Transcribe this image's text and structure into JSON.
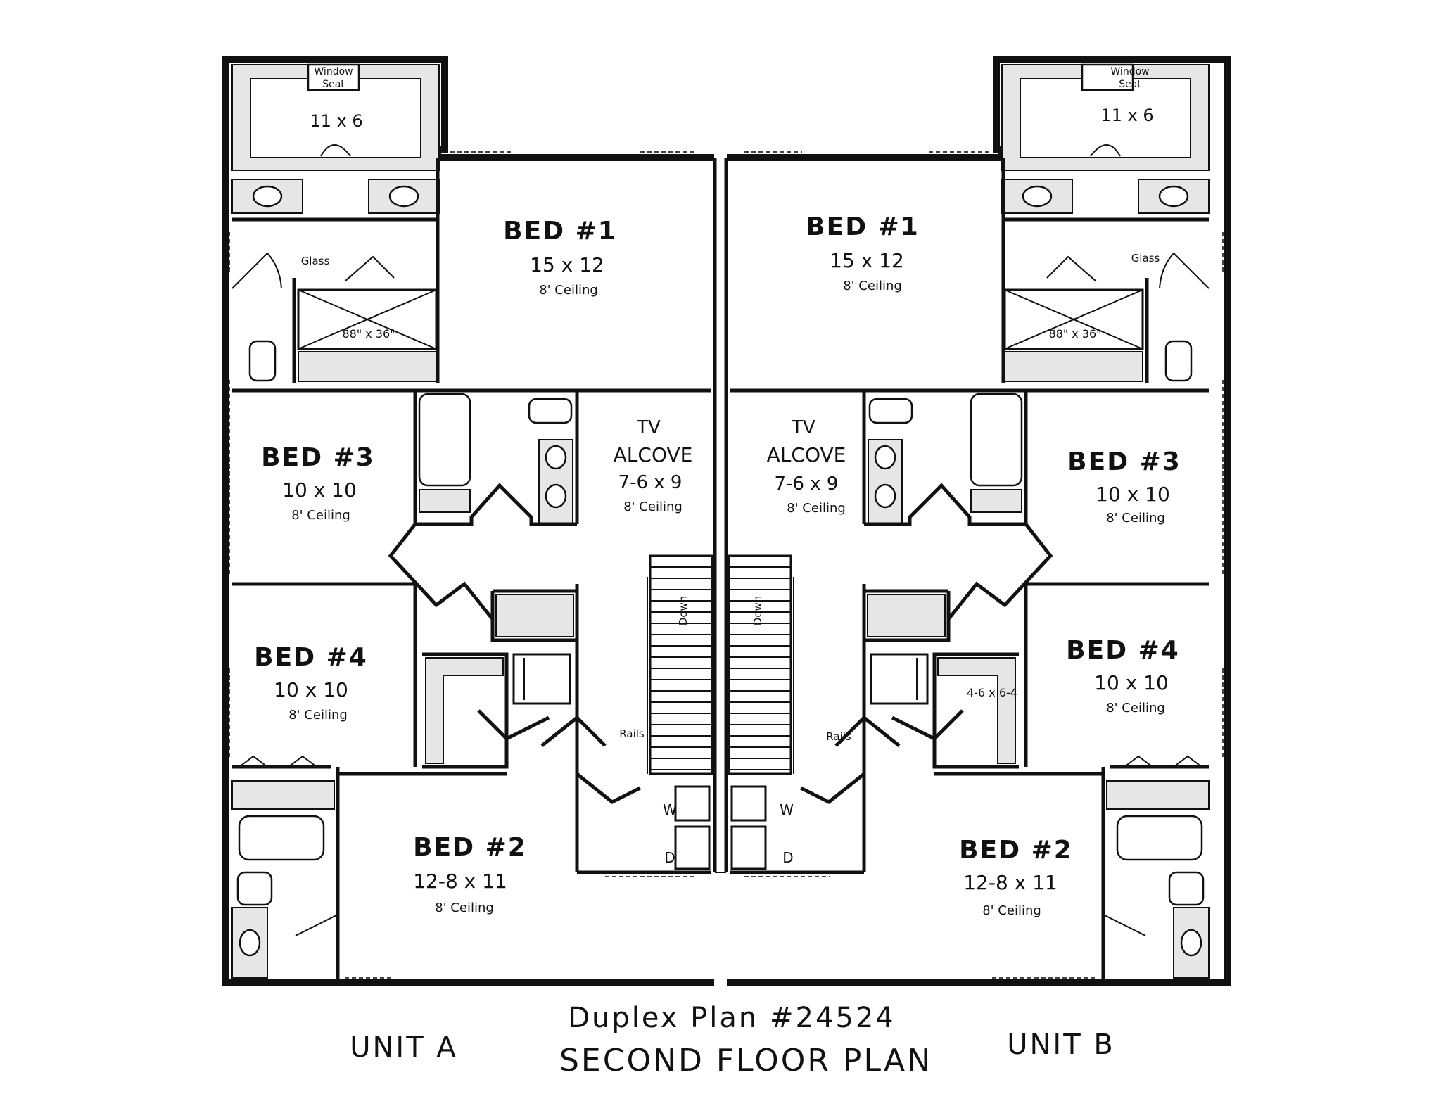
{
  "plan": {
    "title": "Duplex Plan #24524",
    "subtitle": "SECOND FLOOR PLAN",
    "unit_a": "UNIT A",
    "unit_b": "UNIT B"
  },
  "unit_a": {
    "nook": {
      "label": "Window Seat",
      "label_line1": "Window",
      "label_line2": "Seat",
      "size": "11 x 6"
    },
    "bed1": {
      "name": "BED #1",
      "size": "15 x 12",
      "ceiling": "8' Ceiling"
    },
    "bed2": {
      "name": "BED #2",
      "size": "12-8 x 11",
      "ceiling": "8' Ceiling"
    },
    "bed3": {
      "name": "BED #3",
      "size": "10 x 10",
      "ceiling": "8' Ceiling"
    },
    "bed4": {
      "name": "BED #4",
      "size": "10 x 10",
      "ceiling": "8' Ceiling"
    },
    "tv": {
      "name_line1": "TV",
      "name_line2": "ALCOVE",
      "size": "7-6 x 9",
      "ceiling": "8' Ceiling"
    },
    "shower": {
      "glass": "Glass",
      "size": "88\" x 36\""
    },
    "stair": {
      "down": "Down",
      "rails": "Rails"
    },
    "laundry": {
      "w": "W",
      "d": "D"
    }
  },
  "unit_b": {
    "nook": {
      "label": "Window Seat",
      "label_line1": "Window",
      "label_line2": "Seat",
      "size": "11 x 6"
    },
    "bed1": {
      "name": "BED #1",
      "size": "15 x 12",
      "ceiling": "8' Ceiling"
    },
    "bed2": {
      "name": "BED #2",
      "size": "12-8 x 11",
      "ceiling": "8' Ceiling"
    },
    "bed3": {
      "name": "BED #3",
      "size": "10 x 10",
      "ceiling": "8' Ceiling"
    },
    "bed4": {
      "name": "BED #4",
      "size": "10 x 10",
      "ceiling": "8' Ceiling"
    },
    "tv": {
      "name_line1": "TV",
      "name_line2": "ALCOVE",
      "size": "7-6 x 9",
      "ceiling": "8' Ceiling"
    },
    "shower": {
      "glass": "Glass",
      "size": "88\" x 36\""
    },
    "stair": {
      "down": "Down",
      "rails": "Rails"
    },
    "laundry": {
      "w": "W",
      "d": "D"
    },
    "closet": {
      "size": "4-6 x 6-4"
    }
  }
}
